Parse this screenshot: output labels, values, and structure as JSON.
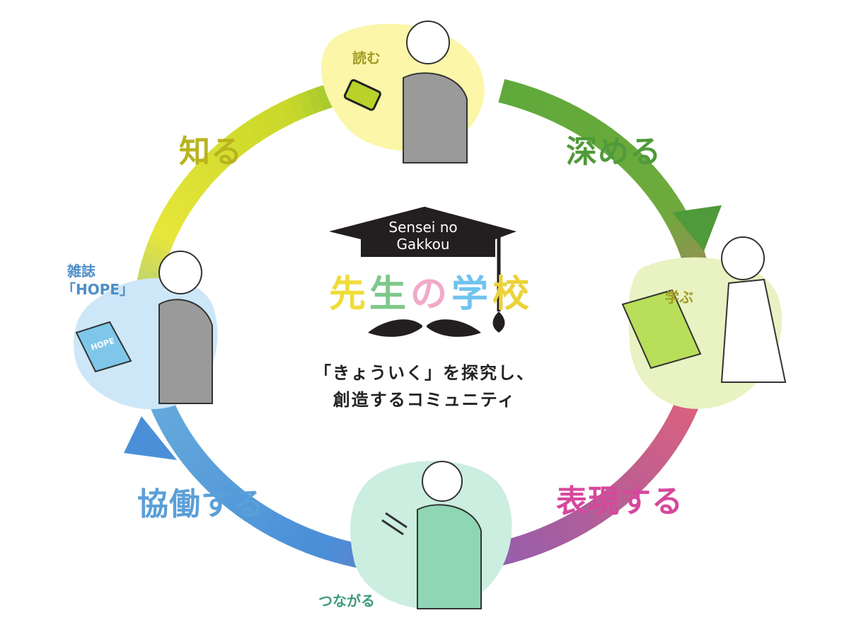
{
  "logo": {
    "en_line1": "Sensei no",
    "en_line2": "Gakkou",
    "jp_chars": [
      "先",
      "生",
      "の",
      "学",
      "校"
    ]
  },
  "tagline": {
    "line1": "「きょういく」を探究し、",
    "line2": "創造するコミュニティ"
  },
  "cycle_labels": {
    "shiru": "知る",
    "fukameru": "深める",
    "hyougen": "表現する",
    "kyoudou": "協働する"
  },
  "scene_labels": {
    "yomu": "読む",
    "manabu": "学ぶ",
    "tsunagaru": "つながる",
    "zasshi_line1": "雑誌",
    "zasshi_line2": "「HOPE」",
    "book_title": "HOPE"
  },
  "colors": {
    "shiru": "#b8b41e",
    "fukameru": "#4f9a3a",
    "hyougen": "#d6489c",
    "kyoudou": "#5b9fd8",
    "olive": "#a09a22",
    "teal": "#3f9a78",
    "blue_small": "#4d8fc8"
  }
}
